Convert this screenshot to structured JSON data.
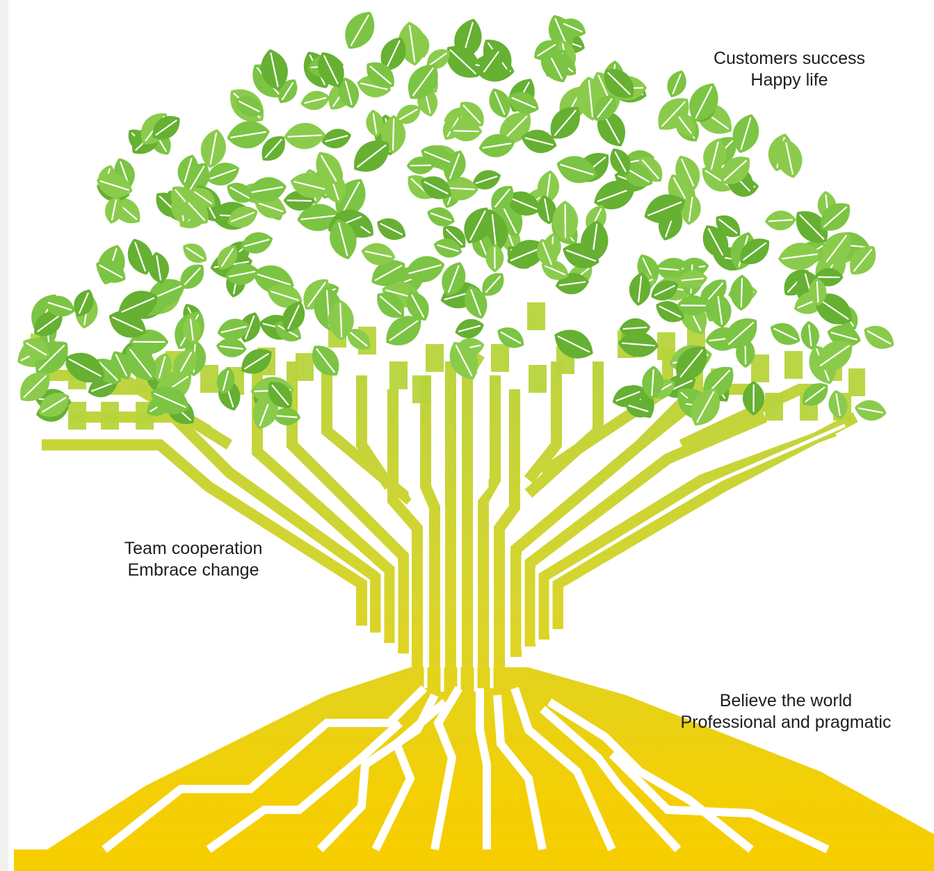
{
  "captions": {
    "top": {
      "line1": "Customers success",
      "line2": "Happy life"
    },
    "middle": {
      "line1": "Team cooperation",
      "line2": "Embrace change"
    },
    "bottom": {
      "line1": "Believe the world",
      "line2": "Professional and pragmatic"
    }
  },
  "colors": {
    "leaf": "#7cc443",
    "leaf_dark": "#66b032",
    "leaf_vein": "#ffffff",
    "node": "#b5d43e",
    "trunk_top": "#c5db3c",
    "trunk_bottom": "#f7d000",
    "background": "#ffffff"
  }
}
